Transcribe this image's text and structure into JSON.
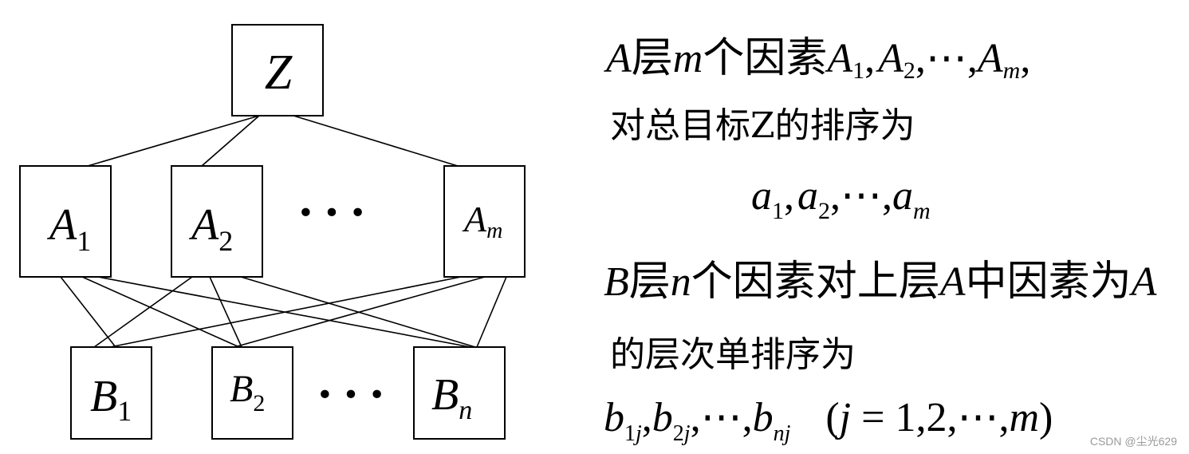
{
  "diagram": {
    "top": {
      "letter": "Z",
      "subscript": ""
    },
    "middle": [
      {
        "letter": "A",
        "subscript": "1"
      },
      {
        "letter": "A",
        "subscript": "2"
      },
      {
        "letter": "A",
        "subscript": "m"
      }
    ],
    "bottom": [
      {
        "letter": "B",
        "subscript": "1"
      },
      {
        "letter": "B",
        "subscript": "2"
      },
      {
        "letter": "B",
        "subscript": "n"
      }
    ],
    "middle_ellipsis": "• • •",
    "bottom_ellipsis": "• • •"
  },
  "text": {
    "l1_a": "A",
    "l1_layer": "层",
    "l1_m": "m",
    "l1_rest": "个因素",
    "l1_A1": "A",
    "l1_s1": "1",
    "l1_c1": ",",
    "l1_A2": "A",
    "l1_s2": "2",
    "l1_c2": ",⋯,",
    "l1_Am": "A",
    "l1_sm": "m",
    "l1_c3": ",",
    "l2": "对总目标Z的排序为",
    "l3_a1": "a",
    "l3_s1": "1",
    "l3_c1": ",",
    "l3_a2": "a",
    "l3_s2": "2",
    "l3_c2": ",⋯,",
    "l3_am": "a",
    "l3_sm": "m",
    "l4_b": "B",
    "l4_layer": "层",
    "l4_n": "n",
    "l4_rest1": "个因素对上层",
    "l4_A": "A",
    "l4_rest2": "中因素为",
    "l4_A2": "A",
    "l5": "的层次单排序为",
    "l6_b1": "b",
    "l6_s1": "1",
    "l6_j1": "j",
    "l6_c1": ",",
    "l6_b2": "b",
    "l6_s2": "2",
    "l6_j2": "j",
    "l6_c2": ",⋯,",
    "l6_bn": "b",
    "l6_sn": "nj",
    "l6_paren": "(",
    "l6_j": "j",
    "l6_eq": " = 1,2,⋯,",
    "l6_m": "m",
    "l6_close": ")"
  },
  "watermark": "CSDN @尘光629",
  "colors": {
    "stroke": "#000000",
    "background": "#ffffff",
    "watermark": "#9a9a9a"
  }
}
